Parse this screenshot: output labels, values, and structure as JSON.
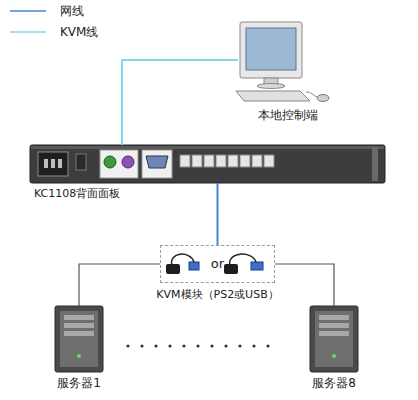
{
  "diagram": {
    "nodes": [
      {
        "text": [
          "本地控制端"
        ]
      },
      {
        "text": [
          "KC1108背面面板"
        ]
      },
      {
        "text": [
          "or",
          "KVM模块（PS2或USB）"
        ]
      },
      {
        "text": [
          "服务器1"
        ]
      },
      {
        "text": [
          "服务器8"
        ]
      }
    ],
    "edges": [
      {
        "from": 0,
        "to": 1,
        "arrow": "none"
      },
      {
        "from": 1,
        "to": 2,
        "arrow": "none"
      },
      {
        "from": 2,
        "to": 3,
        "arrow": "none"
      },
      {
        "from": 2,
        "to": 4,
        "arrow": "none"
      }
    ],
    "legend": [
      {
        "text": "网线"
      },
      {
        "text": "KVM线"
      }
    ]
  }
}
